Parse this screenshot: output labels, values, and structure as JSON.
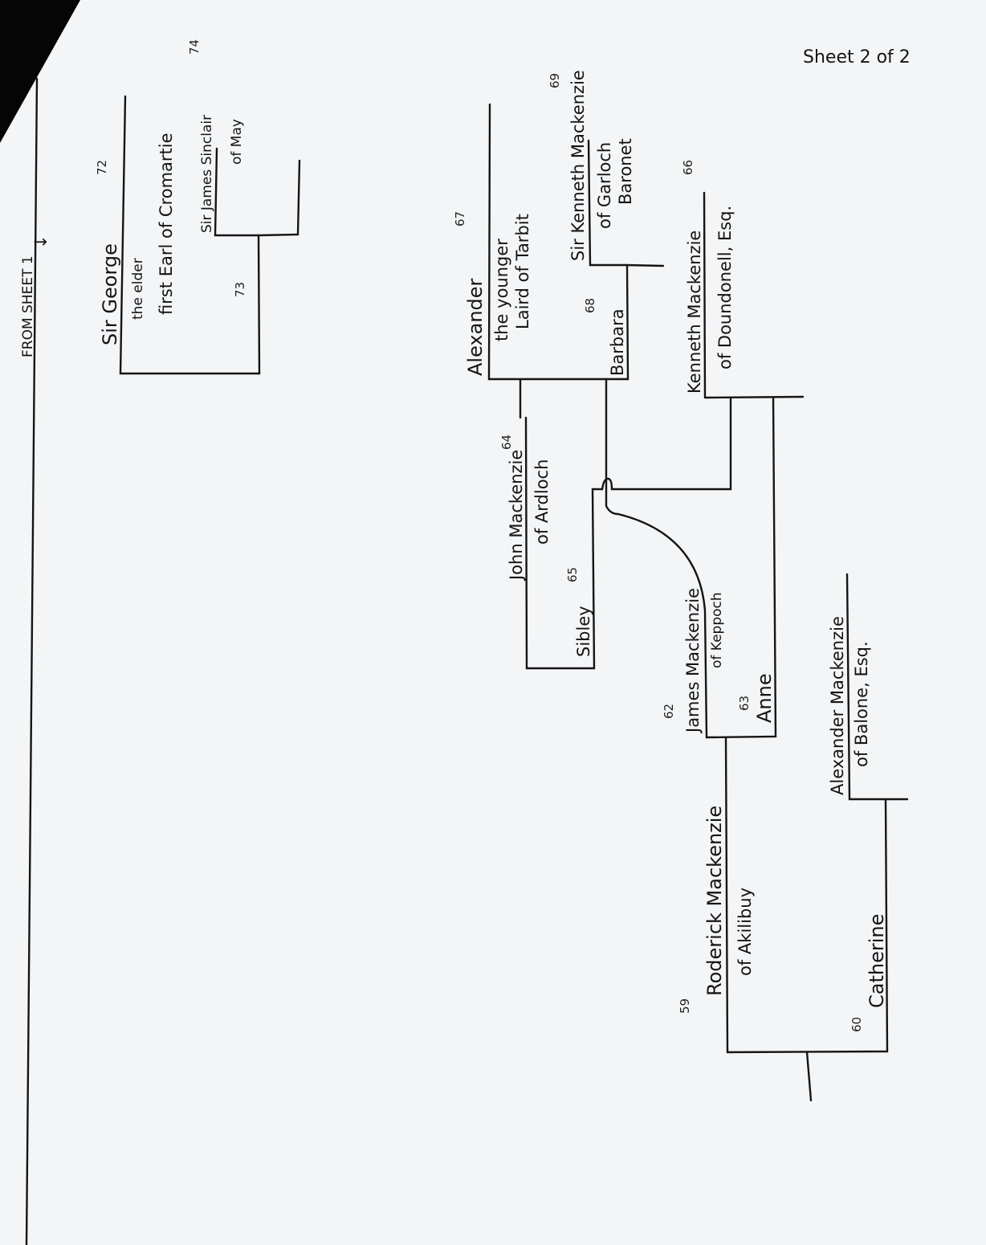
{
  "header": {
    "sheet_label": "Sheet 2 of 2"
  },
  "margin": {
    "from_label": "FROM SHEET 1",
    "arrow": "↓"
  },
  "people": {
    "sir_george": {
      "name": "Sir George",
      "line2": "the elder",
      "line3": "first Earl of Cromartie",
      "ref": "72"
    },
    "union_george": {
      "ref": "73"
    },
    "sir_james_sinclair": {
      "name": "Sir James Sinclair",
      "line2": "of May",
      "ref": "74"
    },
    "alexander": {
      "name": "Alexander",
      "line2": "the younger",
      "line3": "Laird of Tarbit",
      "ref": "67"
    },
    "sir_kenneth": {
      "name": "Sir Kenneth Mackenzie",
      "line2": "of Garloch",
      "line3": "Baronet",
      "ref": "69"
    },
    "barbara": {
      "name": "Barbara",
      "ref": "68"
    },
    "kenneth": {
      "name": "Kenneth Mackenzie",
      "line2": "of Doundonell, Esq.",
      "ref": "66"
    },
    "john": {
      "name": "John Mackenzie",
      "line2": "of Ardloch",
      "ref": "64"
    },
    "sibley": {
      "name": "Sibley",
      "ref": "65"
    },
    "james": {
      "name": "James Mackenzie",
      "line2": "of Keppoch",
      "ref": "62"
    },
    "anne": {
      "name": "Anne",
      "ref": "63"
    },
    "alexander_balone": {
      "name": "Alexander Mackenzie",
      "line2": "of Balone, Esq."
    },
    "roderick": {
      "name": "Roderick Mackenzie",
      "line2": "of Akilibuy",
      "ref": "59"
    },
    "catherine": {
      "name": "Catherine",
      "ref": "60"
    }
  },
  "colors": {
    "ink": "#141414",
    "paper": "#f3f5f7",
    "corner": "#050505"
  }
}
